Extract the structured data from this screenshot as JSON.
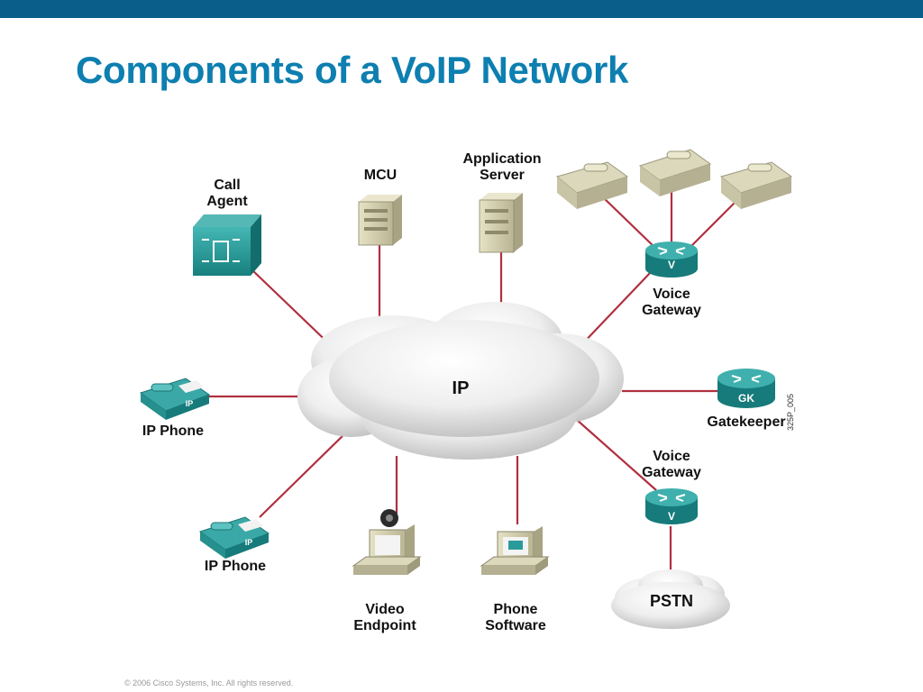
{
  "header": {
    "title": "Components of a VoIP Network"
  },
  "diagram": {
    "nodes": {
      "call_agent": "Call\nAgent",
      "mcu": "MCU",
      "application_server": "Application\nServer",
      "voice_gateway_top": "Voice\nGateway",
      "ip_cloud": "IP",
      "ip_phone_1": "IP Phone",
      "ip_phone_2": "IP Phone",
      "gatekeeper": "Gatekeeper",
      "voice_gateway_bottom": "Voice\nGateway",
      "video_endpoint": "Video\nEndpoint",
      "phone_software": "Phone\nSoftware",
      "pstn": "PSTN"
    },
    "icon_text": {
      "ip_badge": "IP",
      "gk_badge": "GK",
      "voice_badge": "V"
    },
    "figure_code": "325P_005",
    "link_color": "#b03040",
    "accent_teal": "#2a9b9b"
  },
  "footer": {
    "copyright": "© 2006 Cisco Systems, Inc. All rights reserved."
  }
}
